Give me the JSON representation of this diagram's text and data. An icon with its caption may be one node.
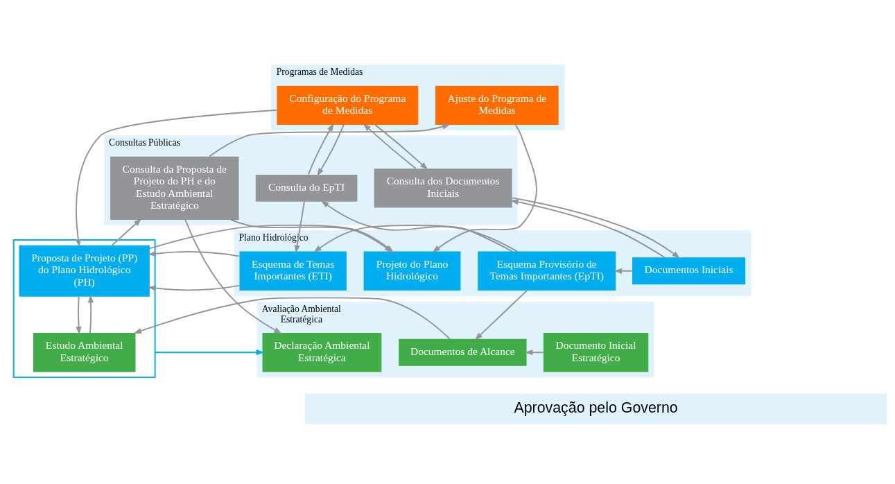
{
  "diagram": {
    "nodes": [
      {
        "text": [
          "Programas de Medidas"
        ]
      },
      {
        "text": [
          "Configuração do Programa de Medidas"
        ],
        "in": 0
      },
      {
        "text": [
          "Ajuste do Programa de Medidas"
        ],
        "in": 0
      },
      {
        "text": [
          "Consultas Públicas"
        ]
      },
      {
        "text": [
          "Consulta dos Documentos Iniciais"
        ],
        "in": 3
      },
      {
        "text": [
          "Consulta do EpTI"
        ],
        "in": 3
      },
      {
        "text": [
          "Consulta da Proposta de Projeto do PH e do Estudo Ambiental Estratégico"
        ],
        "in": 3
      },
      {
        "text": [
          "Plano Hidrológico"
        ]
      },
      {
        "text": [
          "Documentos Iniciais"
        ],
        "in": 7
      },
      {
        "text": [
          "Esquema Provisório de Temas Importantes (EpTI)"
        ],
        "in": 7
      },
      {
        "text": [
          "Esquema de Temas Importantes (ETI)"
        ],
        "in": 7
      },
      {
        "text": [],
        "shape": "box"
      },
      {
        "text": [
          "Proposta de Projeto (PP) do Plano Hidrológico (PH)"
        ],
        "in": 11
      },
      {
        "text": [
          "Projeto do Plano Hidrológico"
        ],
        "in": 7
      },
      {
        "text": [
          "Avaliação Ambiental Estratégica"
        ]
      },
      {
        "text": [
          "Documento Inicial Estratégico"
        ],
        "in": 14
      },
      {
        "text": [
          "Documentos de Alcance"
        ],
        "in": 14
      },
      {
        "text": [
          "Estudo Ambiental Estratégico"
        ],
        "in": 11
      },
      {
        "text": [
          "Declaração Ambiental Estratégica"
        ],
        "in": 14
      },
      {
        "text": [
          "Aprovação pelo Governo"
        ]
      }
    ],
    "edges": [
      {
        "from": 4,
        "to": 1,
        "arrow": "to"
      },
      {
        "from": 1,
        "to": 4,
        "arrow": "to"
      },
      {
        "from": 5,
        "to": 1,
        "arrow": "to"
      },
      {
        "from": 1,
        "to": 5,
        "arrow": "to"
      },
      {
        "from": 1,
        "to": 12,
        "arrow": "to"
      },
      {
        "from": 6,
        "to": 2,
        "arrow": "to"
      },
      {
        "from": 2,
        "to": 13,
        "arrow": "to"
      },
      {
        "from": 8,
        "to": 4,
        "arrow": "to"
      },
      {
        "from": 4,
        "to": 8,
        "arrow": "to"
      },
      {
        "from": 9,
        "to": 5,
        "arrow": "to"
      },
      {
        "from": 5,
        "to": 10,
        "arrow": "to"
      },
      {
        "from": 12,
        "to": 6,
        "arrow": "to"
      },
      {
        "from": 6,
        "to": 13,
        "arrow": "to"
      },
      {
        "from": 6,
        "to": 18,
        "arrow": "to"
      },
      {
        "from": 8,
        "to": 9,
        "arrow": "to"
      },
      {
        "from": 9,
        "to": 10,
        "arrow": "to"
      },
      {
        "from": 10,
        "to": 12,
        "arrow": "to"
      },
      {
        "from": 12,
        "to": 13,
        "arrow": "to"
      },
      {
        "from": 9,
        "to": 16,
        "arrow": "to"
      },
      {
        "from": 15,
        "to": 16,
        "arrow": "to"
      },
      {
        "from": 16,
        "to": 17,
        "arrow": "to"
      },
      {
        "from": 17,
        "to": 12,
        "arrow": "to"
      },
      {
        "from": 12,
        "to": 17,
        "arrow": "to"
      },
      {
        "from": 11,
        "to": 18,
        "arrow": "to",
        "color": "#00aeef"
      }
    ]
  }
}
